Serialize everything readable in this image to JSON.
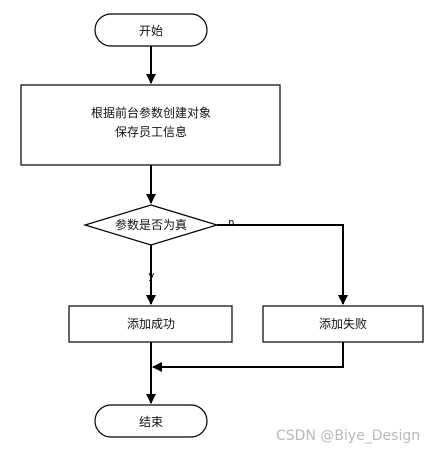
{
  "diagram": {
    "nodes": {
      "start": "开始",
      "process_line1": "根据前台参数创建对象",
      "process_line2": "保存员工信息",
      "decision": "参数是否为真",
      "success": "添加成功",
      "failure": "添加失败",
      "end": "结束"
    },
    "edges": {
      "yes_label": "y",
      "no_label": "n"
    }
  },
  "watermark": "CSDN @Biye_Design",
  "colors": {
    "stroke": "#000000",
    "text": "#111111",
    "watermark": "#b8b8b8"
  }
}
